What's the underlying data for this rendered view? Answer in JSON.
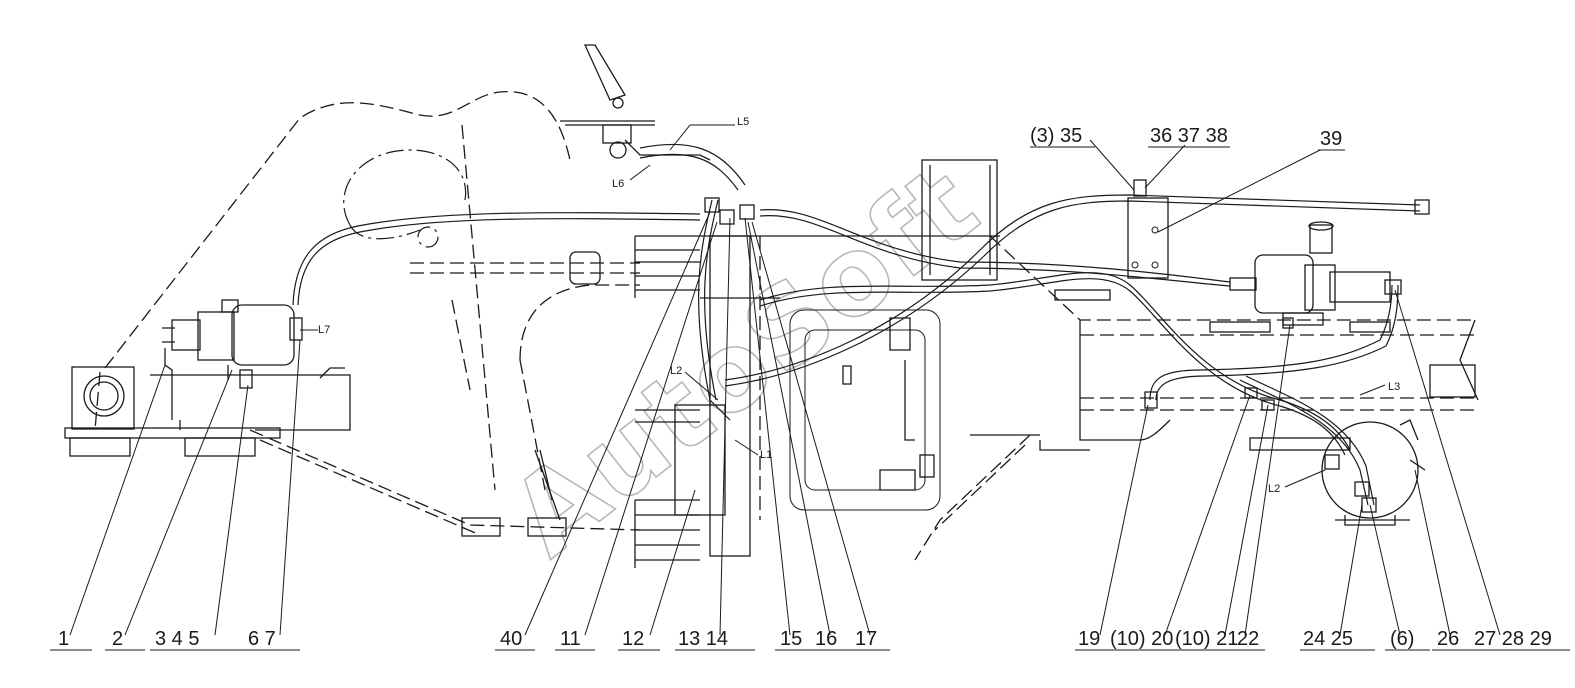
{
  "watermark": "AutoSoft",
  "callouts_bottom": [
    {
      "label": "1"
    },
    {
      "label": "2"
    },
    {
      "label": "3 4 5"
    },
    {
      "label": "6 7"
    },
    {
      "label": "40"
    },
    {
      "label": "11"
    },
    {
      "label": "12"
    },
    {
      "label": "13 14"
    },
    {
      "label": "15"
    },
    {
      "label": "16"
    },
    {
      "label": "17"
    },
    {
      "label": "19"
    },
    {
      "label": "(10) 20"
    },
    {
      "label": "(10) 21"
    },
    {
      "label": "22"
    },
    {
      "label": "24 25"
    },
    {
      "label": "(6)"
    },
    {
      "label": "26"
    },
    {
      "label": "27 28 29"
    }
  ],
  "callouts_top": [
    {
      "label": "(3) 35"
    },
    {
      "label": "36 37 38"
    },
    {
      "label": "39"
    }
  ],
  "line_marks": {
    "l5": "L5",
    "l6": "L6",
    "l7": "L7",
    "l2a": "L2",
    "l1": "L1",
    "l3": "L3",
    "l2b": "L2"
  }
}
